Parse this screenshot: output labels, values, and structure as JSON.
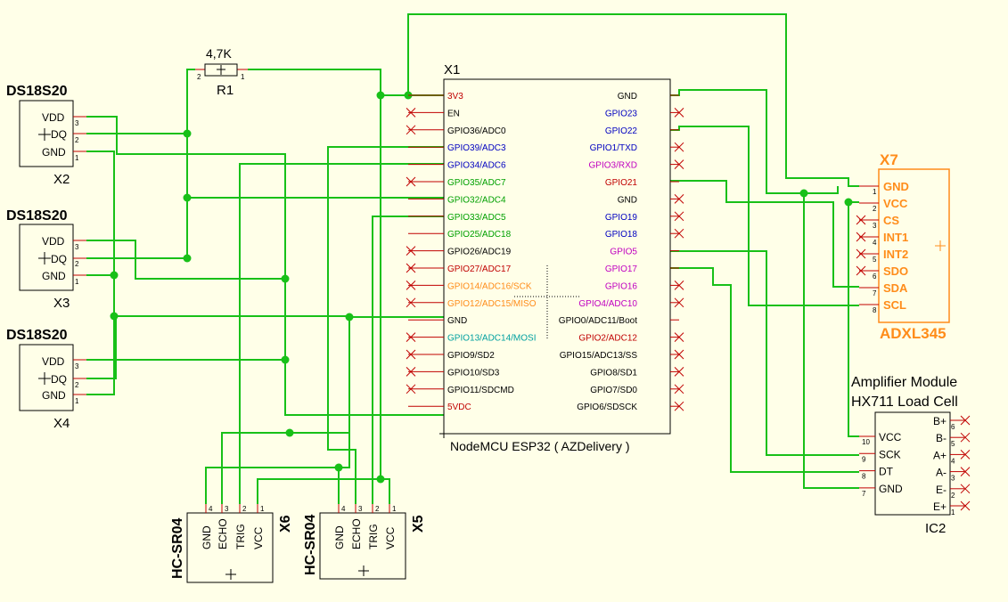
{
  "colors": {
    "wire": "#18C018",
    "pin": "#C00000",
    "adxl": "#FF8C1A",
    "bg": "#FFFFE8"
  },
  "r1": {
    "value": "4,7K",
    "ref": "R1",
    "pin2": "2",
    "pin1": "1"
  },
  "ds18s20": [
    {
      "type": "DS18S20",
      "ref": "X2",
      "pins": [
        "VDD",
        "DQ",
        "GND"
      ],
      "nums": [
        "3",
        "2",
        "1"
      ]
    },
    {
      "type": "DS18S20",
      "ref": "X3",
      "pins": [
        "VDD",
        "DQ",
        "GND"
      ],
      "nums": [
        "3",
        "2",
        "1"
      ]
    },
    {
      "type": "DS18S20",
      "ref": "X4",
      "pins": [
        "VDD",
        "DQ",
        "GND"
      ],
      "nums": [
        "3",
        "2",
        "1"
      ]
    }
  ],
  "esp32": {
    "ref": "X1",
    "caption": "NodeMCU ESP32 ( AZDelivery )",
    "left": [
      {
        "t": "3V3",
        "c": "#C00000"
      },
      {
        "t": "EN",
        "c": "#000000"
      },
      {
        "t": "GPIO36/ADC0",
        "c": "#000000"
      },
      {
        "t": "GPIO39/ADC3",
        "c": "#0000C0"
      },
      {
        "t": "GPIO34/ADC6",
        "c": "#0000C0"
      },
      {
        "t": "GPIO35/ADC7",
        "c": "#00A000"
      },
      {
        "t": "GPIO32/ADC4",
        "c": "#00A000"
      },
      {
        "t": "GPIO33/ADC5",
        "c": "#00A000"
      },
      {
        "t": "GPIO25/ADC18",
        "c": "#00A000"
      },
      {
        "t": "GPIO26/ADC19",
        "c": "#000000"
      },
      {
        "t": "GPIO27/ADC17",
        "c": "#C00000"
      },
      {
        "t": "GPIO14/ADC16/SCK",
        "c": "#FF8C1A"
      },
      {
        "t": "GPIO12/ADC15/MISO",
        "c": "#FF8C1A"
      },
      {
        "t": "GND",
        "c": "#000000"
      },
      {
        "t": "GPIO13/ADC14/MOSI",
        "c": "#00A0A0"
      },
      {
        "t": "GPIO9/SD2",
        "c": "#000000"
      },
      {
        "t": "GPIO10/SD3",
        "c": "#000000"
      },
      {
        "t": "GPIO11/SDCMD",
        "c": "#000000"
      },
      {
        "t": "5VDC",
        "c": "#C00000"
      }
    ],
    "right": [
      {
        "t": "GND",
        "c": "#000000"
      },
      {
        "t": "GPIO23",
        "c": "#0000C0"
      },
      {
        "t": "GPIO22",
        "c": "#0000C0"
      },
      {
        "t": "GPIO1/TXD",
        "c": "#0000C0"
      },
      {
        "t": "GPIO3/RXD",
        "c": "#C000C0"
      },
      {
        "t": "GPIO21",
        "c": "#C00000"
      },
      {
        "t": "GND",
        "c": "#000000"
      },
      {
        "t": "GPIO19",
        "c": "#0000C0"
      },
      {
        "t": "GPIO18",
        "c": "#0000C0"
      },
      {
        "t": "GPIO5",
        "c": "#C000C0"
      },
      {
        "t": "GPIO17",
        "c": "#C000C0"
      },
      {
        "t": "GPIO16",
        "c": "#C000C0"
      },
      {
        "t": "GPIO4/ADC10",
        "c": "#C000C0"
      },
      {
        "t": "GPIO0/ADC11/Boot",
        "c": "#000000"
      },
      {
        "t": "GPIO2/ADC12",
        "c": "#C00000"
      },
      {
        "t": "GPIO15/ADC13/SS",
        "c": "#000000"
      },
      {
        "t": "GPIO8/SD1",
        "c": "#000000"
      },
      {
        "t": "GPIO7/SD0",
        "c": "#000000"
      },
      {
        "t": "GPIO6/SDSCK",
        "c": "#000000"
      }
    ]
  },
  "adxl": {
    "ref": "X7",
    "name": "ADXL345",
    "pins": [
      "GND",
      "VCC",
      "CS",
      "INT1",
      "INT2",
      "SDO",
      "SDA",
      "SCL"
    ],
    "nums": [
      "1",
      "2",
      "3",
      "4",
      "5",
      "6",
      "7",
      "8"
    ]
  },
  "hx711": {
    "title1": "Amplifier Module",
    "title2": "HX711 Load Cell",
    "ref": "IC2",
    "left": [
      "VCC",
      "SCK",
      "DT",
      "GND"
    ],
    "left_nums": [
      "10",
      "9",
      "8",
      "7"
    ],
    "right": [
      "B+",
      "B-",
      "A+",
      "A-",
      "E-",
      "E+"
    ],
    "right_nums": [
      "6",
      "5",
      "4",
      "3",
      "2",
      "1"
    ]
  },
  "hcsr04": [
    {
      "type": "HC-SR04",
      "ref": "X6",
      "pins": [
        "GND",
        "ECHO",
        "TRIG",
        "VCC"
      ],
      "nums": [
        "4",
        "3",
        "2",
        "1"
      ]
    },
    {
      "type": "HC-SR04",
      "ref": "X5",
      "pins": [
        "GND",
        "ECHO",
        "TRIG",
        "VCC"
      ],
      "nums": [
        "4",
        "3",
        "2",
        "1"
      ]
    }
  ]
}
